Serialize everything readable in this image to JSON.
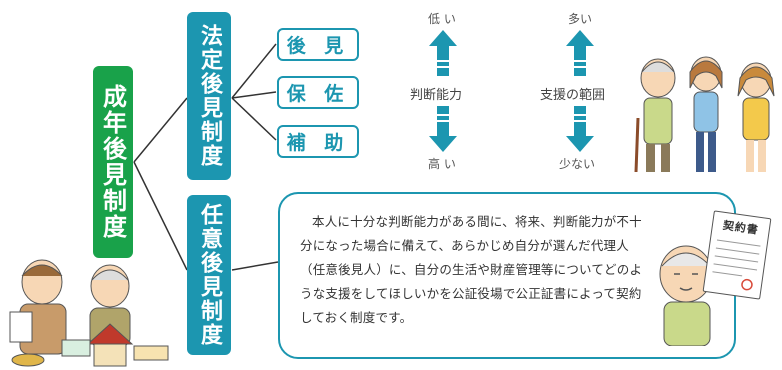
{
  "main_label": "成年後見制度",
  "branches": {
    "legal": {
      "label": "法定後見制度",
      "subtypes": [
        "後 見",
        "保 佐",
        "補 助"
      ]
    },
    "voluntary": {
      "label": "任意後見制度",
      "description": "本人に十分な判断能力がある間に、将来、判断能力が不十分になった場合に備えて、あらかじめ自分が選んだ代理人（任意後見人）に、自分の生活や財産管理等についてどのような支援をしてほしいかを公証役場で公正証書によって契約しておく制度です。"
    }
  },
  "ability_scale": {
    "top": "低 い",
    "middle": "判断能力",
    "bottom": "高 い"
  },
  "support_scale": {
    "top": "多い",
    "middle": "支援の範囲",
    "bottom": "少ない"
  },
  "contract_title": "契約書",
  "colors": {
    "green": "#19a24a",
    "teal": "#1c96b0"
  }
}
